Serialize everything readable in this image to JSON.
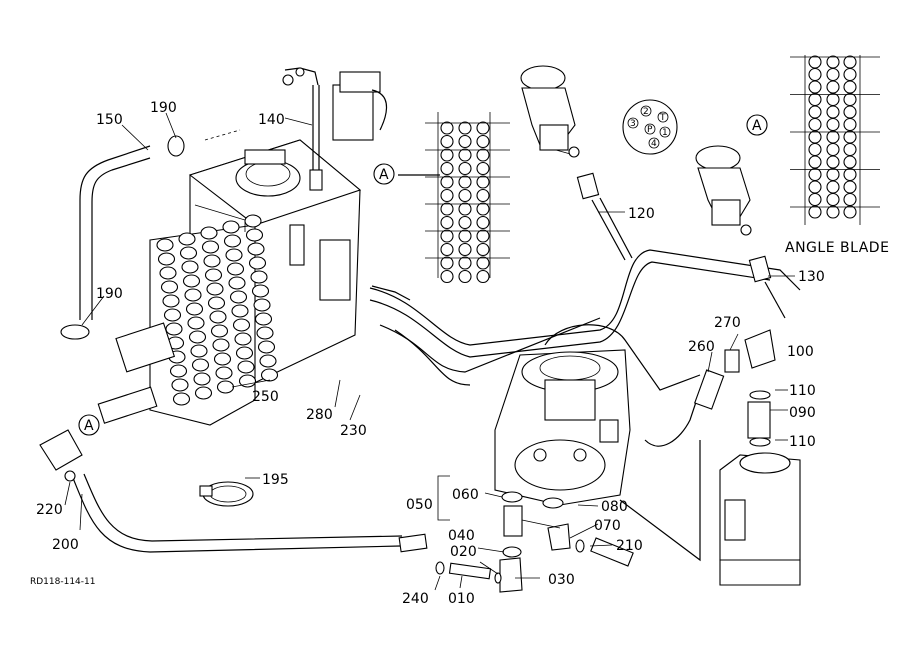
{
  "diagram": {
    "drawing_code": "RD118-114-11",
    "legend_caption": "ANGLE BLADE",
    "callout": "A",
    "part_labels": {
      "p010": "010",
      "p020": "020",
      "p030": "030",
      "p040": "040",
      "p050": "050",
      "p060": "060",
      "p070": "070",
      "p080": "080",
      "p090": "090",
      "p100": "100",
      "p110a": "110",
      "p110b": "110",
      "p120": "120",
      "p130": "130",
      "p140": "140",
      "p150": "150",
      "p190a": "190",
      "p190b": "190",
      "p195": "195",
      "p200": "200",
      "p210": "210",
      "p220": "220",
      "p230": "230",
      "p240": "240",
      "p250": "250",
      "p260": "260",
      "p270": "270",
      "p280": "280"
    },
    "connector_pins": {
      "pin1": "1",
      "pin2": "2",
      "pin3": "3",
      "pin4": "4",
      "pinP": "P",
      "pinT": "T"
    }
  }
}
